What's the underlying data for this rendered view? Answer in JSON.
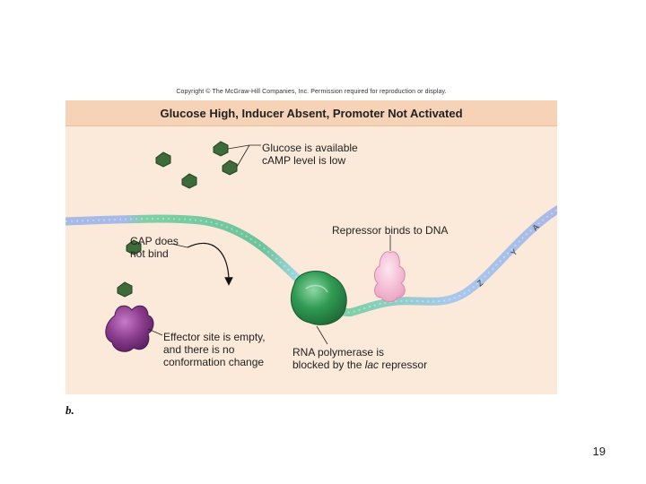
{
  "copyright": "Copyright © The McGraw-Hill Companies, Inc. Permission required for reproduction or display.",
  "figure": {
    "title": "Glucose High, Inducer Absent, Promoter Not Activated",
    "labels": {
      "glucose_line1": "Glucose is available",
      "glucose_line2": "cAMP level is low",
      "repressor": "Repressor binds to DNA",
      "cap_line1": "CAP does",
      "cap_line2": "not bind",
      "effector_line1": "Effector site is empty,",
      "effector_line2": "and there is no",
      "effector_line3": "conformation change",
      "rnapol_line1": "RNA polymerase is",
      "rnapol_line2_prefix": "blocked by the ",
      "rnapol_line2_italic": "lac",
      "rnapol_line2_suffix": " repressor"
    },
    "gene_labels": {
      "z": "Z",
      "y": "Y",
      "a": "A"
    },
    "colors": {
      "glucose": "#3d6b3a",
      "cap_protein": "#7a2f7e",
      "rna_polymerase": "#2f8a4a",
      "repressor": "#f2b8cf",
      "dna_blue": "#9bb7e0",
      "dna_green": "#6cc39a"
    }
  },
  "panel_letter": "b.",
  "page_number": "19"
}
